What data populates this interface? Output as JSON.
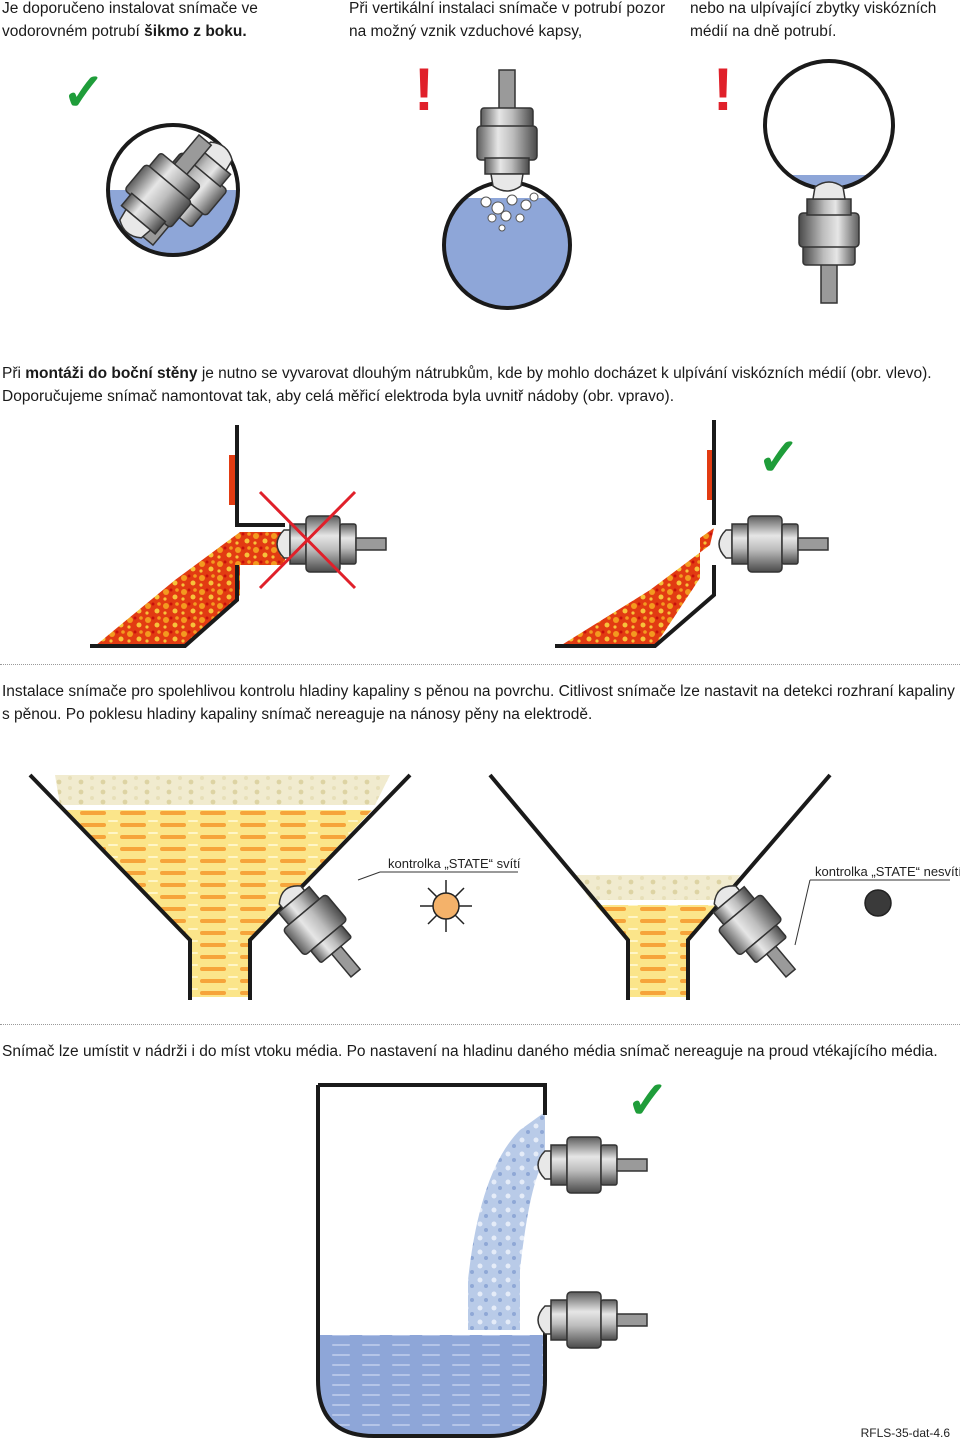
{
  "colors": {
    "check": "#1f9d3a",
    "warning": "#e0202a",
    "water": "#8ea6d8",
    "material": "#e23b12",
    "foam_liquid": "#f7d250",
    "lamp_on": "#f4b26a",
    "lamp_off": "#3a3a3a",
    "dotted_separator": "#9a9a9a"
  },
  "marks": {
    "check": "✓",
    "warning": "!",
    "cross": "✕"
  },
  "section1": {
    "col1_text": "Je doporučeno instalovat snímače ve vodorovném potrubí",
    "col1_bold": "šikmo z boku.",
    "col2_text": "Při vertikální instalaci snímače v potrubí pozor na možný vznik vzduchové kapsy,",
    "col3_text": "nebo na ulpívající zbytky viskózních médií na dně potrubí."
  },
  "section2": {
    "text_pre": "Při",
    "bold": "montáži do boční stěny",
    "text_post": "je nutno se vyvarovat dlouhým nátrubkům, kde by mohlo docházet k ulpívání viskózních médií (obr. vlevo). Doporučujeme snímač namontovat tak, aby celá měřicí elektroda byla uvnitř nádoby (obr. vpravo)."
  },
  "section3": {
    "text": "Instalace snímače pro spolehlivou kontrolu hladiny kapaliny s pěnou na povrchu. Citlivost snímače lze nastavit na detekci rozhraní kapaliny s pěnou. Po poklesu hladiny kapaliny snímač nereaguje na nánosy pěny na elektrodě.",
    "lamp_on_label": "kontrolka „STATE“ svítí",
    "lamp_off_label": "kontrolka „STATE“ nesvítí"
  },
  "section4": {
    "text": "Snímač lze umístit v nádrži i do míst vtoku média. Po nastavení na hladinu daného média snímač nereaguje na proud vtékajícího média."
  },
  "footer": "RFLS-35-dat-4.6"
}
